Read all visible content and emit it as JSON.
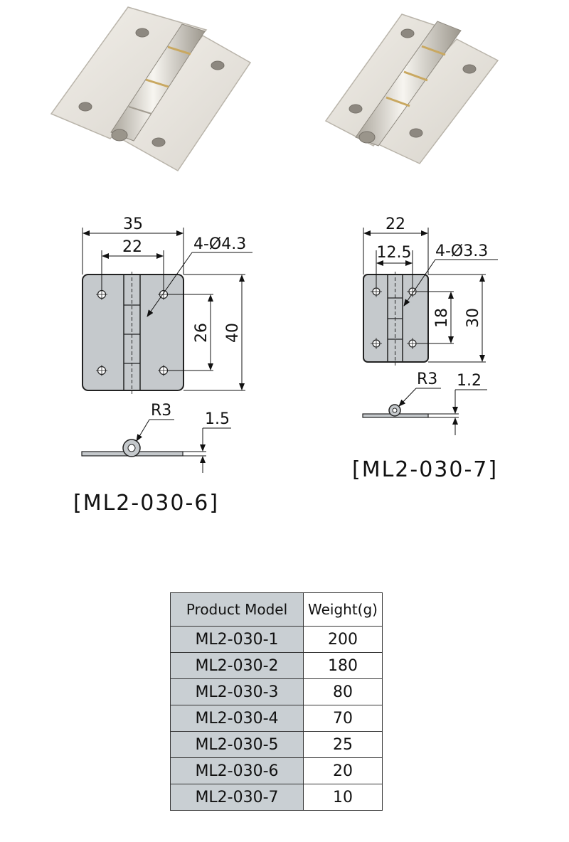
{
  "products": [
    {
      "model_label": "[ML2-030-6]",
      "dimensions": {
        "width": "35",
        "hole_spacing_x": "22",
        "holes": "4-Ø4.3",
        "hole_spacing_y": "26",
        "height": "40",
        "radius": "R3",
        "thickness": "1.5"
      }
    },
    {
      "model_label": "[ML2-030-7]",
      "dimensions": {
        "width": "22",
        "hole_spacing_x": "12.5",
        "holes": "4-Ø3.3",
        "hole_spacing_y": "18",
        "height": "30",
        "radius": "R3",
        "thickness": "1.2"
      }
    }
  ],
  "table": {
    "headers": [
      "Product Model",
      "Weight(g)"
    ],
    "rows": [
      {
        "model": "ML2-030-1",
        "weight": "200"
      },
      {
        "model": "ML2-030-2",
        "weight": "180"
      },
      {
        "model": "ML2-030-3",
        "weight": "80"
      },
      {
        "model": "ML2-030-4",
        "weight": "70"
      },
      {
        "model": "ML2-030-5",
        "weight": "25"
      },
      {
        "model": "ML2-030-6",
        "weight": "20"
      },
      {
        "model": "ML2-030-7",
        "weight": "10"
      }
    ]
  },
  "colors": {
    "plate_fill": "#c5c9cc",
    "table_shade": "#c9cfd3",
    "line": "#222222"
  }
}
